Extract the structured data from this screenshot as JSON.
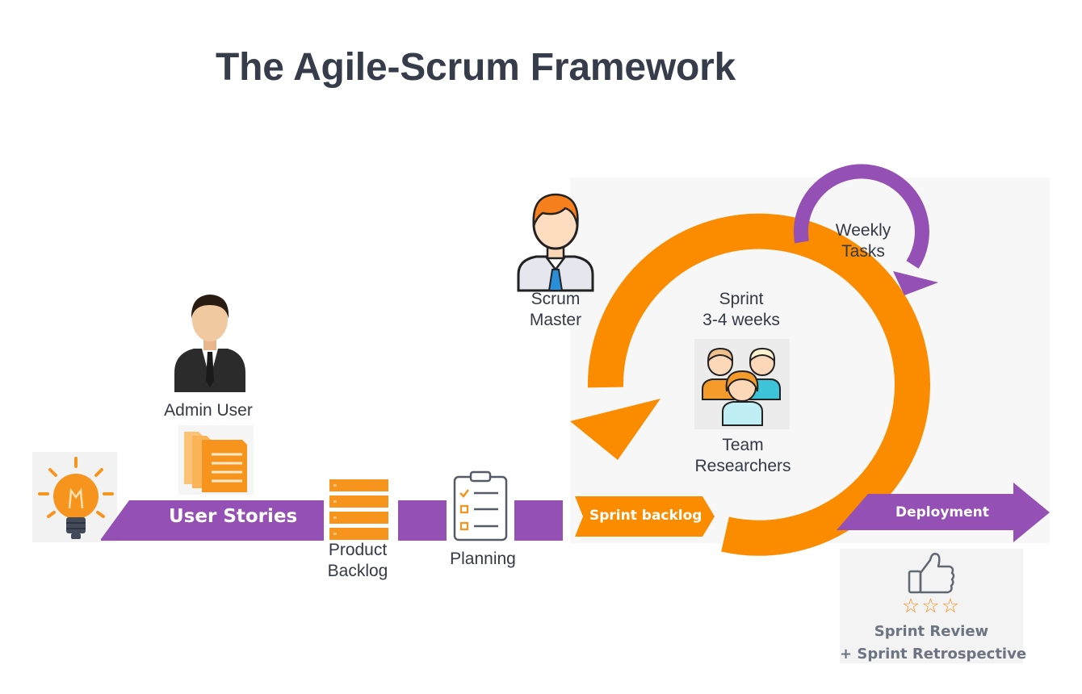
{
  "title": "The Agile-Scrum Framework",
  "labels": {
    "admin_user": "Admin User",
    "product_backlog_line1": "Product",
    "product_backlog_line2": "Backlog",
    "planning": "Planning",
    "scrum_master_line1": "Scrum",
    "scrum_master_line2": "Master",
    "sprint_line1": "Sprint",
    "sprint_line2": "3-4 weeks",
    "weekly_line1": "Weekly",
    "weekly_line2": "Tasks",
    "team_line1": "Team",
    "team_line2": "Researchers"
  },
  "arrows": {
    "user_stories": "User Stories",
    "sprint_backlog": "Sprint backlog",
    "deployment": "Deployment"
  },
  "review": {
    "stars": "☆☆☆",
    "line1": "Sprint Review",
    "line2": "+ Sprint Retrospective"
  },
  "colors": {
    "purple": "#9450b4",
    "orange": "#fb8c00",
    "title": "#363c4a",
    "label": "#333a45"
  },
  "icons": [
    "lightbulb-icon",
    "document-stack-icon",
    "businessman-icon",
    "backlog-stack-icon",
    "clipboard-checklist-icon",
    "scrum-master-icon",
    "team-icon",
    "thumbs-up-icon"
  ]
}
